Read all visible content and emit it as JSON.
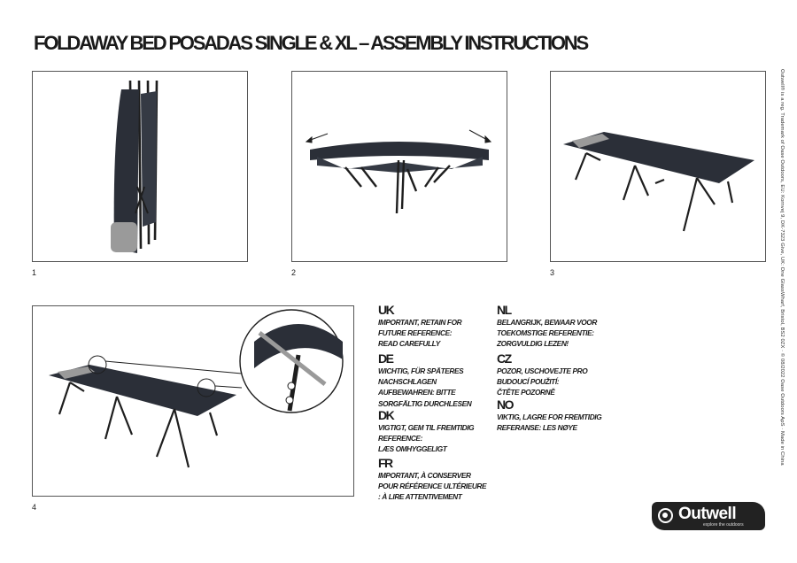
{
  "document": {
    "title": "FOLDAWAY BED POSADAS SINGLE & XL – ASSEMBLY INSTRUCTIONS"
  },
  "panels": [
    {
      "number": "1",
      "image": "folded bed standing upright"
    },
    {
      "number": "2",
      "image": "bed unfolding with arrows"
    },
    {
      "number": "3",
      "image": "assembled bed"
    },
    {
      "number": "4",
      "image": "assembled bed with detail of end bar lock"
    }
  ],
  "languages": [
    {
      "code": "UK",
      "lines": [
        "IMPORTANT, RETAIN FOR",
        "FUTURE REFERENCE:",
        "READ CAREFULLY"
      ]
    },
    {
      "code": "DE",
      "lines": [
        "WICHTIG, FÜR SPÄTERES",
        "NACHSCHLAGEN",
        "AUFBEWAHREN: BITTE",
        "SORGFÄLTIG DURCHLESEN"
      ]
    },
    {
      "code": "DK",
      "lines": [
        "VIGTIGT, GEM TIL FREMTIDIG",
        "REFERENCE:",
        "LÆS OMHYGGELIGT"
      ]
    },
    {
      "code": "FR",
      "lines": [
        "IMPORTANT, À CONSERVER",
        "POUR RÉFÉRENCE ULTÉRIEURE",
        ": À LIRE ATTENTIVEMENT"
      ]
    },
    {
      "code": "NL",
      "lines": [
        "BELANGRIJK, BEWAAR VOOR",
        "TOEKOMSTIGE REFERENTIE:",
        "ZORGVULDIG LEZEN!"
      ]
    },
    {
      "code": "CZ",
      "lines": [
        "POZOR, USCHOVEJTE PRO",
        "BUDOUCÍ POUŽITÍ:",
        "ČTĚTE POZORNĚ"
      ]
    },
    {
      "code": "NO",
      "lines": [
        "VIKTIG, LAGRE FOR FREMTIDIG",
        "REFERANSE: LES NØYE"
      ]
    }
  ],
  "sidebar_text": "Outwell® is a reg. Trademark of Oase Outdoors, EU: Kornvej 9, DK-7323 Give, UK: One GlassWharf, Bristol, BS2 0ZX · © 08/2022 Oase Outdoors ApS · Made in China",
  "logo": {
    "word": "Outwell",
    "tagline": "explore the outdoors"
  },
  "colors": {
    "fabric": "#2b2f38",
    "frame": "#1e1e1e",
    "pillow": "#9a9a9a",
    "border": "#555555"
  }
}
